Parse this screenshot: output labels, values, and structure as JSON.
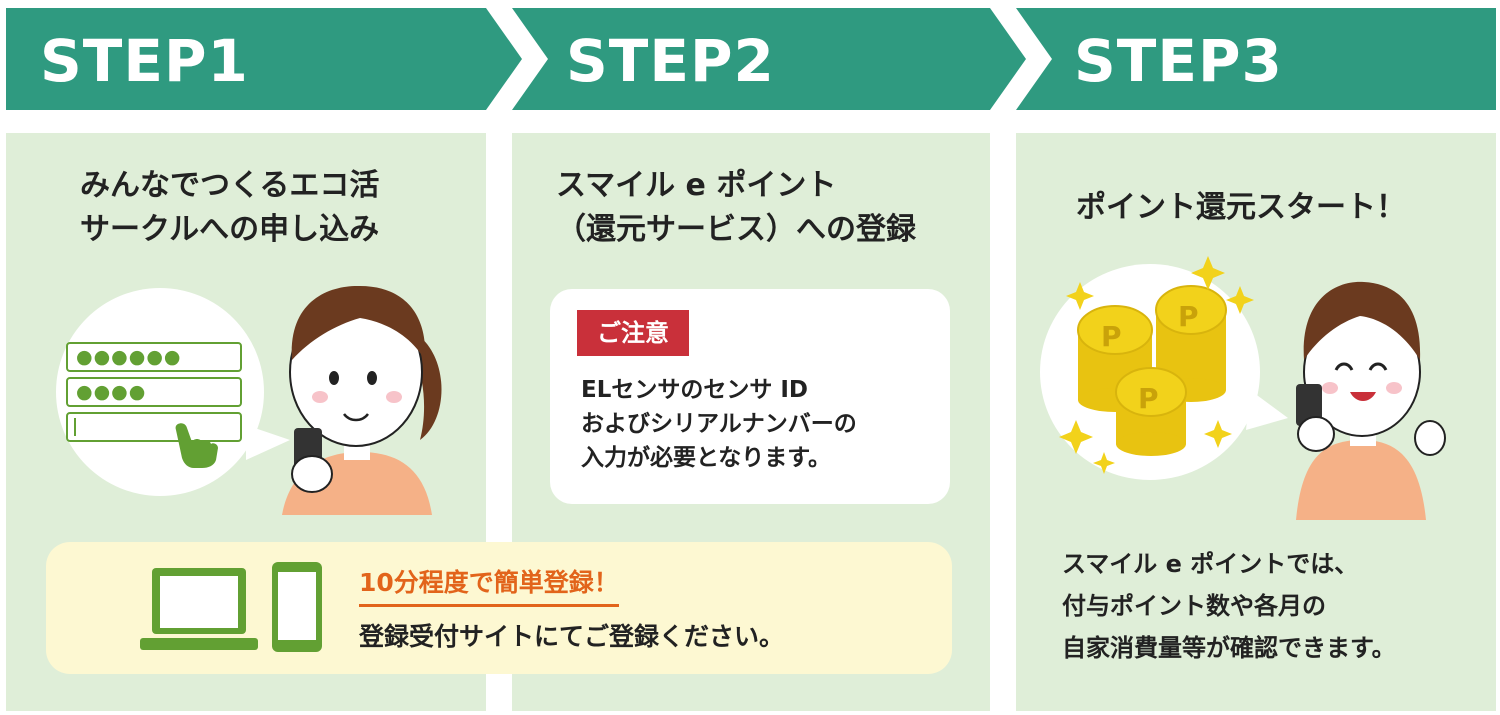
{
  "steps": [
    {
      "label": "STEP1",
      "title_lines": [
        "みんなでつくるエコ活",
        "サークルへの申し込み"
      ],
      "form_fields": [
        "●●●●●●",
        "●●●●",
        ""
      ]
    },
    {
      "label": "STEP2",
      "title_lines": [
        "スマイル e ポイント",
        "（還元サービス）への登録"
      ],
      "notice": {
        "badge": "ご注意",
        "lines": [
          "ELセンサのセンサ ID",
          "およびシリアルナンバーの",
          "入力が必要となります。"
        ]
      }
    },
    {
      "label": "STEP3",
      "title_lines": [
        "ポイント還元スタート！"
      ],
      "coin_letter": "P",
      "description_lines": [
        "スマイル e ポイントでは、",
        "付与ポイント数や各月の",
        "自家消費量等が確認できます。"
      ]
    }
  ],
  "banner": {
    "highlight": "10分程度で簡単登録！",
    "text": "登録受付サイトにてご登録ください。"
  },
  "colors": {
    "header_green": "#2f9a80",
    "panel_green": "#dfeed8",
    "icon_green": "#62a033",
    "notice_red": "#c9303a",
    "highlight_orange": "#e2641b",
    "banner_yellow": "#fdf8d2",
    "coin_gold": "#f2d21b"
  },
  "icons": [
    "laptop-icon",
    "smartphone-icon",
    "pointing-hand-icon",
    "sparkle-icon",
    "coin-stack-icon"
  ]
}
